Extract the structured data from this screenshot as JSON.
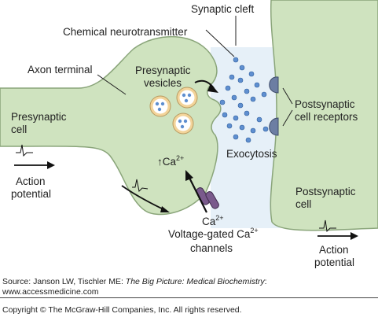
{
  "labels": {
    "synaptic_cleft": "Synaptic cleft",
    "chemical_neurotransmitter": "Chemical neurotransmitter",
    "axon_terminal": "Axon terminal",
    "presynaptic_vesicles_1": "Presynaptic",
    "presynaptic_vesicles_2": "vesicles",
    "presynaptic_cell_1": "Presynaptic",
    "presynaptic_cell_2": "cell",
    "postsynaptic_receptors_1": "Postsynaptic",
    "postsynaptic_receptors_2": "cell receptors",
    "exocytosis": "Exocytosis",
    "ca_influx": "Ca",
    "ca_influx_charge": "2+",
    "ca_ion": "Ca",
    "ca_ion_charge": "2+",
    "vgcc_1": "Voltage-gated Ca",
    "vgcc_1_charge": "2+",
    "vgcc_2": "channels",
    "action_potential_left_1": "Action",
    "action_potential_left_2": "potential",
    "postsynaptic_cell_1": "Postsynaptic",
    "postsynaptic_cell_2": "cell",
    "action_potential_right_1": "Action",
    "action_potential_right_2": "potential"
  },
  "footer": {
    "source_prefix": "Source: Janson LW, Tischler ME: ",
    "source_title": "The Big Picture: Medical Biochemistry",
    "source_suffix": ":",
    "source_url": "www.accessmedicine.com",
    "copyright": "Copyright © The McGraw-Hill Companies, Inc. All rights reserved."
  },
  "colors": {
    "cell_fill": "#cfe3bf",
    "cell_stroke": "#8aa57a",
    "cleft_fill": "#e8f1f8",
    "molecule": "#5f8fd0",
    "receptor": "#6f7fa0",
    "channel": "#7a5a8c",
    "vesicle_outer": "#f3d49a"
  }
}
